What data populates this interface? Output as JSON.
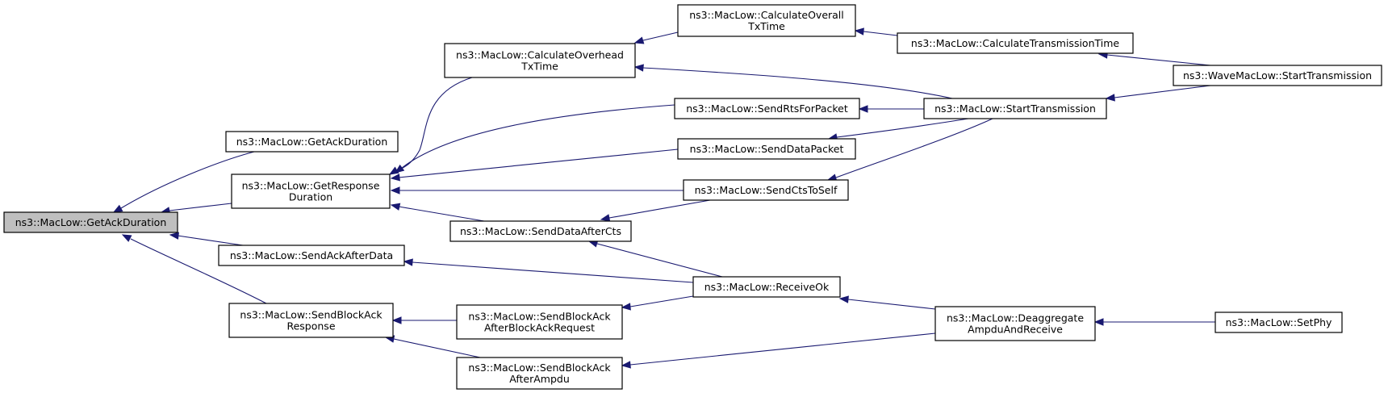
{
  "nodes": [
    {
      "id": "root",
      "lines": [
        "ns3::MacLow::GetAckDuration"
      ],
      "highlight": true
    },
    {
      "id": "getack2",
      "lines": [
        "ns3::MacLow::GetAckDuration"
      ]
    },
    {
      "id": "getresp",
      "lines": [
        "ns3::MacLow::GetResponse",
        "Duration"
      ]
    },
    {
      "id": "sendackafterdata",
      "lines": [
        "ns3::MacLow::SendAckAfterData"
      ]
    },
    {
      "id": "sendblockackresp",
      "lines": [
        "ns3::MacLow::SendBlockAck",
        "Response"
      ]
    },
    {
      "id": "calcoverhead",
      "lines": [
        "ns3::MacLow::CalculateOverhead",
        "TxTime"
      ]
    },
    {
      "id": "senddataaftercts",
      "lines": [
        "ns3::MacLow::SendDataAfterCts"
      ]
    },
    {
      "id": "sbaafterreq",
      "lines": [
        "ns3::MacLow::SendBlockAck",
        "AfterBlockAckRequest"
      ]
    },
    {
      "id": "sbaafterampdu",
      "lines": [
        "ns3::MacLow::SendBlockAck",
        "AfterAmpdu"
      ]
    },
    {
      "id": "calcoverall",
      "lines": [
        "ns3::MacLow::CalculateOverall",
        "TxTime"
      ]
    },
    {
      "id": "sendrts",
      "lines": [
        "ns3::MacLow::SendRtsForPacket"
      ]
    },
    {
      "id": "senddatapacket",
      "lines": [
        "ns3::MacLow::SendDataPacket"
      ]
    },
    {
      "id": "sendctstoself",
      "lines": [
        "ns3::MacLow::SendCtsToSelf"
      ]
    },
    {
      "id": "receiveok",
      "lines": [
        "ns3::MacLow::ReceiveOk"
      ]
    },
    {
      "id": "calctransmission",
      "lines": [
        "ns3::MacLow::CalculateTransmissionTime"
      ]
    },
    {
      "id": "starttx",
      "lines": [
        "ns3::MacLow::StartTransmission"
      ]
    },
    {
      "id": "deaggregate",
      "lines": [
        "ns3::MacLow::Deaggregate",
        "AmpduAndReceive"
      ]
    },
    {
      "id": "wavestart",
      "lines": [
        "ns3::WaveMacLow::StartTransmission"
      ]
    },
    {
      "id": "setphy",
      "lines": [
        "ns3::MacLow::SetPhy"
      ]
    }
  ],
  "edges": [
    {
      "from": "getack2",
      "to": "root"
    },
    {
      "from": "getresp",
      "to": "root"
    },
    {
      "from": "sendackafterdata",
      "to": "root"
    },
    {
      "from": "sendblockackresp",
      "to": "root"
    },
    {
      "from": "calcoverhead",
      "to": "getresp"
    },
    {
      "from": "sendrts",
      "to": "getresp"
    },
    {
      "from": "senddatapacket",
      "to": "getresp"
    },
    {
      "from": "sendctstoself",
      "to": "getresp"
    },
    {
      "from": "senddataaftercts",
      "to": "getresp"
    },
    {
      "from": "calcoverall",
      "to": "calcoverhead"
    },
    {
      "from": "starttx",
      "to": "calcoverhead"
    },
    {
      "from": "calctransmission",
      "to": "calcoverall"
    },
    {
      "from": "wavestart",
      "to": "calctransmission"
    },
    {
      "from": "starttx",
      "to": "sendrts"
    },
    {
      "from": "starttx",
      "to": "senddatapacket"
    },
    {
      "from": "starttx",
      "to": "sendctstoself"
    },
    {
      "from": "wavestart",
      "to": "starttx"
    },
    {
      "from": "sendctstoself",
      "to": "senddataaftercts"
    },
    {
      "from": "receiveok",
      "to": "senddataaftercts"
    },
    {
      "from": "receiveok",
      "to": "sendackafterdata"
    },
    {
      "from": "sbaafterreq",
      "to": "sendblockackresp"
    },
    {
      "from": "sbaafterampdu",
      "to": "sendblockackresp"
    },
    {
      "from": "receiveok",
      "to": "sbaafterreq"
    },
    {
      "from": "deaggregate",
      "to": "receiveok"
    },
    {
      "from": "deaggregate",
      "to": "sbaafterampdu"
    },
    {
      "from": "setphy",
      "to": "deaggregate"
    }
  ],
  "colors": {
    "edge": "#191970",
    "highlight_fill": "#bfbfbf",
    "node_border": "#000000"
  }
}
